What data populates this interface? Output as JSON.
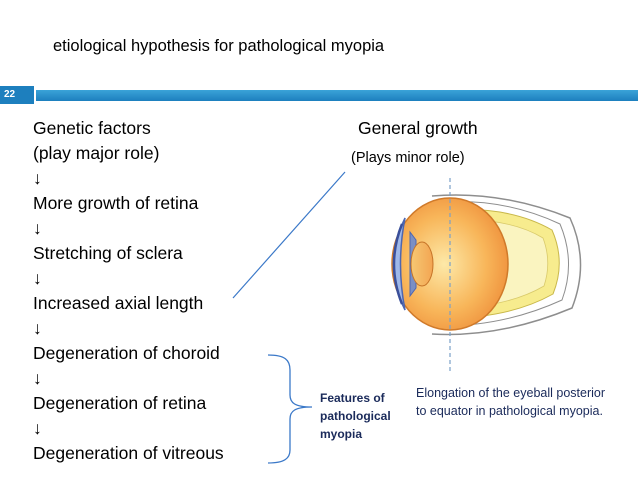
{
  "slide": {
    "title": "etiological hypothesis for pathological myopia",
    "number": "22"
  },
  "left_chain": {
    "items": [
      "Genetic factors",
      "(play major role)",
      "↓",
      "More growth of retina",
      "↓",
      "Stretching of sclera",
      "↓",
      " Increased axial length",
      "↓",
      " Degeneration of choroid",
      "↓",
      " Degeneration of retina",
      "↓",
      " Degeneration of vitreous"
    ]
  },
  "right": {
    "heading": "General growth",
    "subheading": "(Plays minor role)"
  },
  "features_label": [
    "Features of",
    "pathological",
    "myopia"
  ],
  "eye_caption": "Elongation of the eyeball posterior to equator in pathological myopia.",
  "colors": {
    "band": "#1d7fbe",
    "connector": "#3a78c8",
    "features_text": "#1a2a5a"
  }
}
